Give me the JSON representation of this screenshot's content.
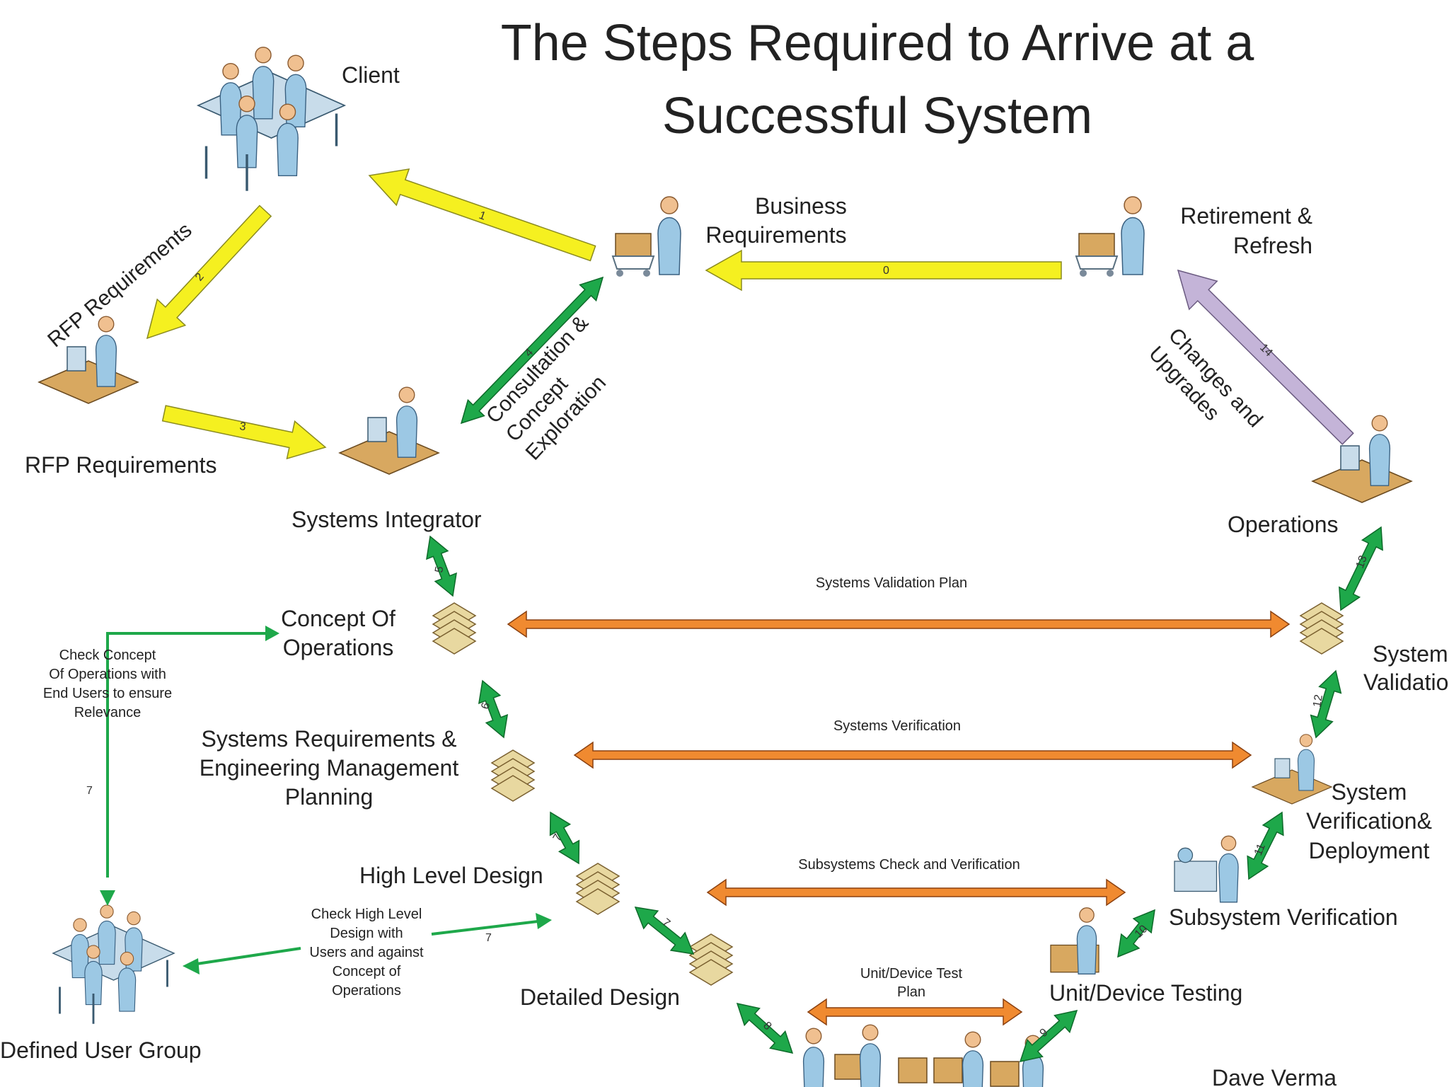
{
  "title": {
    "line1": "The Steps Required to Arrive at a",
    "line2": "Successful System"
  },
  "nodes": {
    "client": "Client",
    "business_line1": "Business",
    "business_line2": "Requirements",
    "retirement_line1": "Retirement &",
    "retirement_line2": "Refresh",
    "rfp_station": "RFP Requirements",
    "systems_integrator": "Systems Integrator",
    "operations": "Operations",
    "concept_line1": "Concept Of",
    "concept_line2": "Operations",
    "sysreq_line1": "Systems Requirements &",
    "sysreq_line2": "Engineering Management",
    "sysreq_line3": "Planning",
    "high_level_design": "High Level Design",
    "detailed_design": "Detailed Design",
    "defined_user_group": "Defined User Group",
    "system_validation_line1": "System",
    "system_validation_line2": "Validation",
    "sys_verif_line1": "System",
    "sys_verif_line2": "Verification&",
    "sys_verif_line3": "Deployment",
    "subsystem_verification": "Subsystem Verification",
    "unit_device_testing": "Unit/Device Testing",
    "author": "Dave Verma"
  },
  "edge_labels": {
    "rfp_diag": "RFP Requirements",
    "consult_line1": "Consultation &",
    "consult_line2": "Concept",
    "consult_line3": "Exploration",
    "changes_line1": "Changes and",
    "changes_line2": "Upgrades",
    "sys_validation_plan": "Systems Validation Plan",
    "sys_verification": "Systems Verification",
    "subsys_check": "Subsystems Check and Verification",
    "unit_test_line1": "Unit/Device Test",
    "unit_test_line2": "Plan",
    "check_concept_line1": "Check Concept",
    "check_concept_line2": "Of Operations with",
    "check_concept_line3": "End Users to ensure",
    "check_concept_line4": "Relevance",
    "check_hld_line1": "Check High Level",
    "check_hld_line2": "Design with",
    "check_hld_line3": "Users and against",
    "check_hld_line4": "Concept of",
    "check_hld_line5": "Operations"
  },
  "step_numbers": {
    "s0": "0",
    "s1": "1",
    "s2": "2",
    "s3": "3",
    "s4": "4",
    "s5": "5",
    "s6": "6",
    "s7a": "7",
    "s7b": "7",
    "s7c": "7",
    "s8": "8",
    "s9": "9",
    "s10": "10",
    "s11": "11",
    "s12": "12",
    "s13": "13",
    "s14": "14"
  },
  "colors": {
    "yellow": "#f5f020",
    "green": "#1ea84a",
    "orange": "#f08a30",
    "lavender": "#c4b4d8",
    "person": "#9cc8e4",
    "head": "#f0c090",
    "desk": "#d8a860",
    "docs": "#e8d8a0"
  }
}
